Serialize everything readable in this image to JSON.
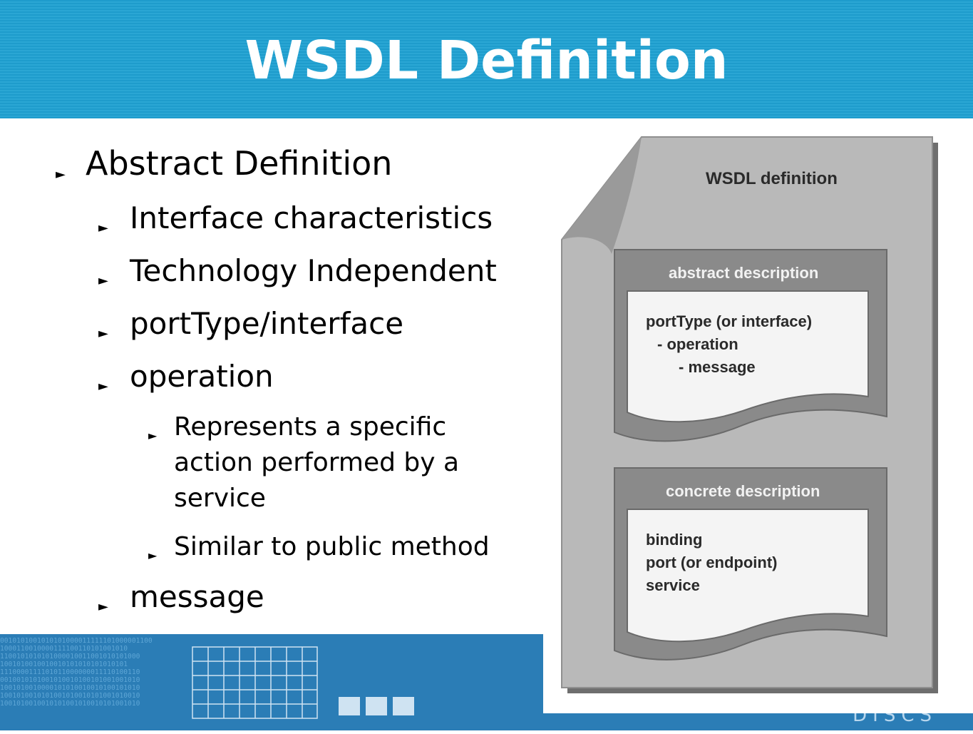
{
  "slide": {
    "title": "WSDL Definition"
  },
  "bullets": {
    "item1": "Abstract Definition",
    "item2": "Interface characteristics",
    "item3": "Technology Independent",
    "item4": "portType/interface",
    "item5": "operation",
    "item6": "Represents a specific action performed by a service",
    "item7": "Similar to public method",
    "item8": "message"
  },
  "diagram": {
    "outer_label": "WSDL definition",
    "abstract_label": "abstract description",
    "abstract_line1": "portType (or interface)",
    "abstract_line2": "- operation",
    "abstract_line3": "- message",
    "concrete_label": "concrete description",
    "concrete_line1": "binding",
    "concrete_line2": "port (or endpoint)",
    "concrete_line3": "service"
  },
  "footer": {
    "logo": "DISCS"
  },
  "colors": {
    "header": "#1e9ccc",
    "footer": "#2b7db6",
    "page_gray": "#b8b8b8",
    "box_gray": "#8a8a8a"
  }
}
